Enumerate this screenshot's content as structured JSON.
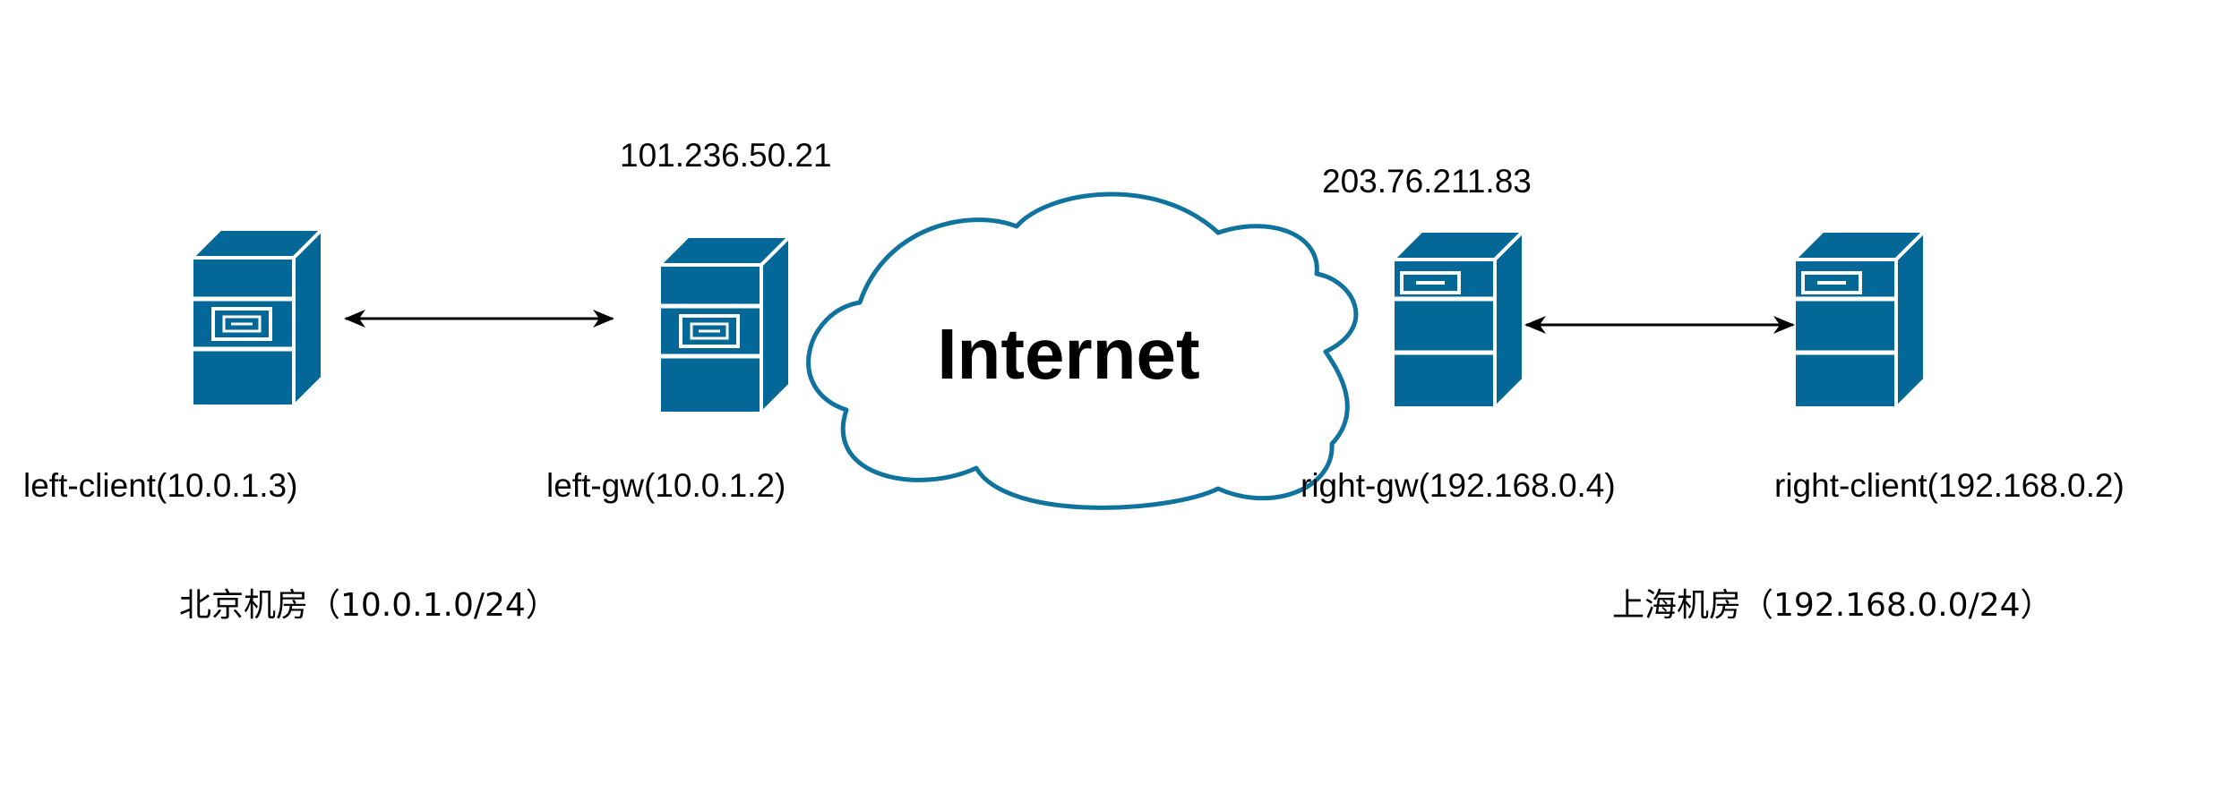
{
  "colors": {
    "server_fill": "#036897",
    "server_line": "#ffffff",
    "cloud_stroke": "#10739E",
    "cloud_fill": "#ffffff",
    "arrow": "#000000"
  },
  "nodes": {
    "left_client": {
      "label": "left-client(10.0.1.3)",
      "icon": "server-icon"
    },
    "left_gw": {
      "label": "left-gw(10.0.1.2)",
      "public_ip": "101.236.50.21",
      "icon": "server-icon"
    },
    "right_gw": {
      "label": "right-gw(192.168.0.4)",
      "public_ip": "203.76.211.83",
      "icon": "server-icon"
    },
    "right_client": {
      "label": "right-client(192.168.0.2)",
      "icon": "server-icon"
    }
  },
  "cloud": {
    "label": "Internet",
    "icon": "cloud-icon"
  },
  "sites": {
    "left": "北京机房（10.0.1.0/24）",
    "right": "上海机房（192.168.0.0/24）"
  },
  "links": [
    {
      "from": "left_client",
      "to": "left_gw",
      "arrows": "both"
    },
    {
      "from": "right_gw",
      "to": "right_client",
      "arrows": "both"
    }
  ]
}
